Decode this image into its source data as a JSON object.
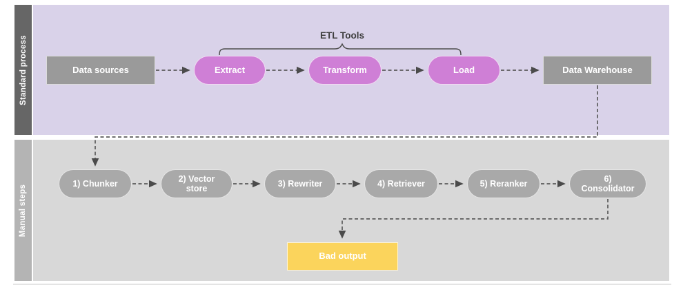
{
  "diagram": {
    "lanes": [
      {
        "label": "Standard process"
      },
      {
        "label": "Manual steps"
      }
    ],
    "standard_process": {
      "bracket_label": "ETL Tools",
      "nodes": [
        {
          "label": "Data sources"
        },
        {
          "label": "Extract"
        },
        {
          "label": "Transform"
        },
        {
          "label": "Load"
        },
        {
          "label": "Data Warehouse"
        }
      ]
    },
    "manual_steps": {
      "nodes": [
        {
          "label": "1) Chunker"
        },
        {
          "label": "2) Vector store"
        },
        {
          "label": "3) Rewriter"
        },
        {
          "label": "4) Retriever"
        },
        {
          "label": "5) Reranker"
        },
        {
          "label": "6) Consolidator"
        }
      ],
      "bad_output": {
        "label": "Bad output"
      }
    },
    "colors": {
      "lane1_strip": "#666666",
      "lane1_background": "#d9d2e9",
      "lane2_strip": "#b4b4b4",
      "lane2_background": "#d8d8d8",
      "etl_pill": "#cf7fd6",
      "gray_node": "#9a9a9a",
      "manual_pill": "#a9a9a9",
      "bad_output_fill": "#fbd45c",
      "connector": "#5a5a5a",
      "node_text": "#ffffff"
    }
  }
}
